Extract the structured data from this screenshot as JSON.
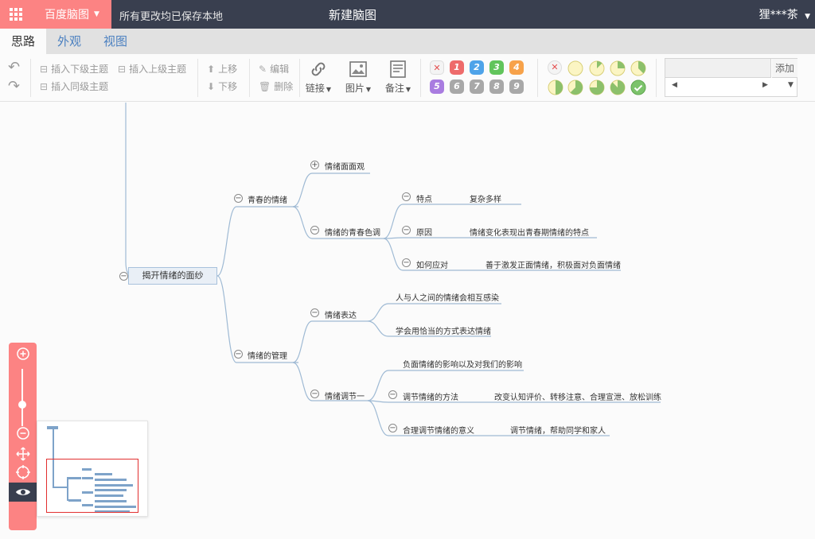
{
  "topbar": {
    "brand": "百度脑图",
    "saved_status": "所有更改均已保存本地",
    "doc_title": "新建脑图",
    "user": "狸***茶"
  },
  "tabs": [
    "思路",
    "外观",
    "视图"
  ],
  "toolbar": {
    "insert_child": "插入下级主题",
    "insert_parent": "插入上级主题",
    "insert_sibling": "插入同级主题",
    "move_up": "上移",
    "move_down": "下移",
    "edit": "编辑",
    "delete": "删除",
    "link": "链接",
    "image": "图片",
    "note": "备注",
    "priorities": [
      "1",
      "2",
      "3",
      "4",
      "5",
      "6",
      "7",
      "8",
      "9"
    ],
    "priority_colors": [
      "#ee6b6b",
      "#4ea3e9",
      "#61c45b",
      "#f7a24a",
      "#a97ce0",
      "#a8a8a8",
      "#a8a8a8",
      "#a8a8a8",
      "#a8a8a8"
    ],
    "progress_levels": [
      0,
      0.125,
      0.25,
      0.375,
      0.5,
      0.625,
      0.75,
      0.875,
      1
    ],
    "resource_add": "添加"
  },
  "mindmap": {
    "root": "揭开情绪的面纱",
    "n1": "青春的情绪",
    "n1_1": "情绪面面观",
    "n1_2": "情绪的青春色调",
    "n1_2_1": "特点",
    "n1_2_1_a": "复杂多样",
    "n1_2_2": "原因",
    "n1_2_2_a": "情绪变化表现出青春期情绪的特点",
    "n1_2_3": "如何应对",
    "n1_2_3_a": "善于激发正面情绪，积极面对负面情绪",
    "n2": "情绪的管理",
    "n2_1": "情绪表达",
    "n2_1_1": "人与人之间的情绪会相互感染",
    "n2_1_2": "学会用恰当的方式表达情绪",
    "n2_2": "情绪调节一",
    "n2_2_1": "负面情绪的影响以及对我们的影响",
    "n2_2_2": "调节情绪的方法",
    "n2_2_2_a": "改变认知评价、转移注意、合理宣泄、放松训练",
    "n2_2_3": "合理调节情绪的意义",
    "n2_2_3_a": "调节情绪，帮助同学和家人"
  },
  "colors": {
    "accent": "#fc8383",
    "topbar": "#393f4f",
    "branch": "#9fbad4"
  }
}
